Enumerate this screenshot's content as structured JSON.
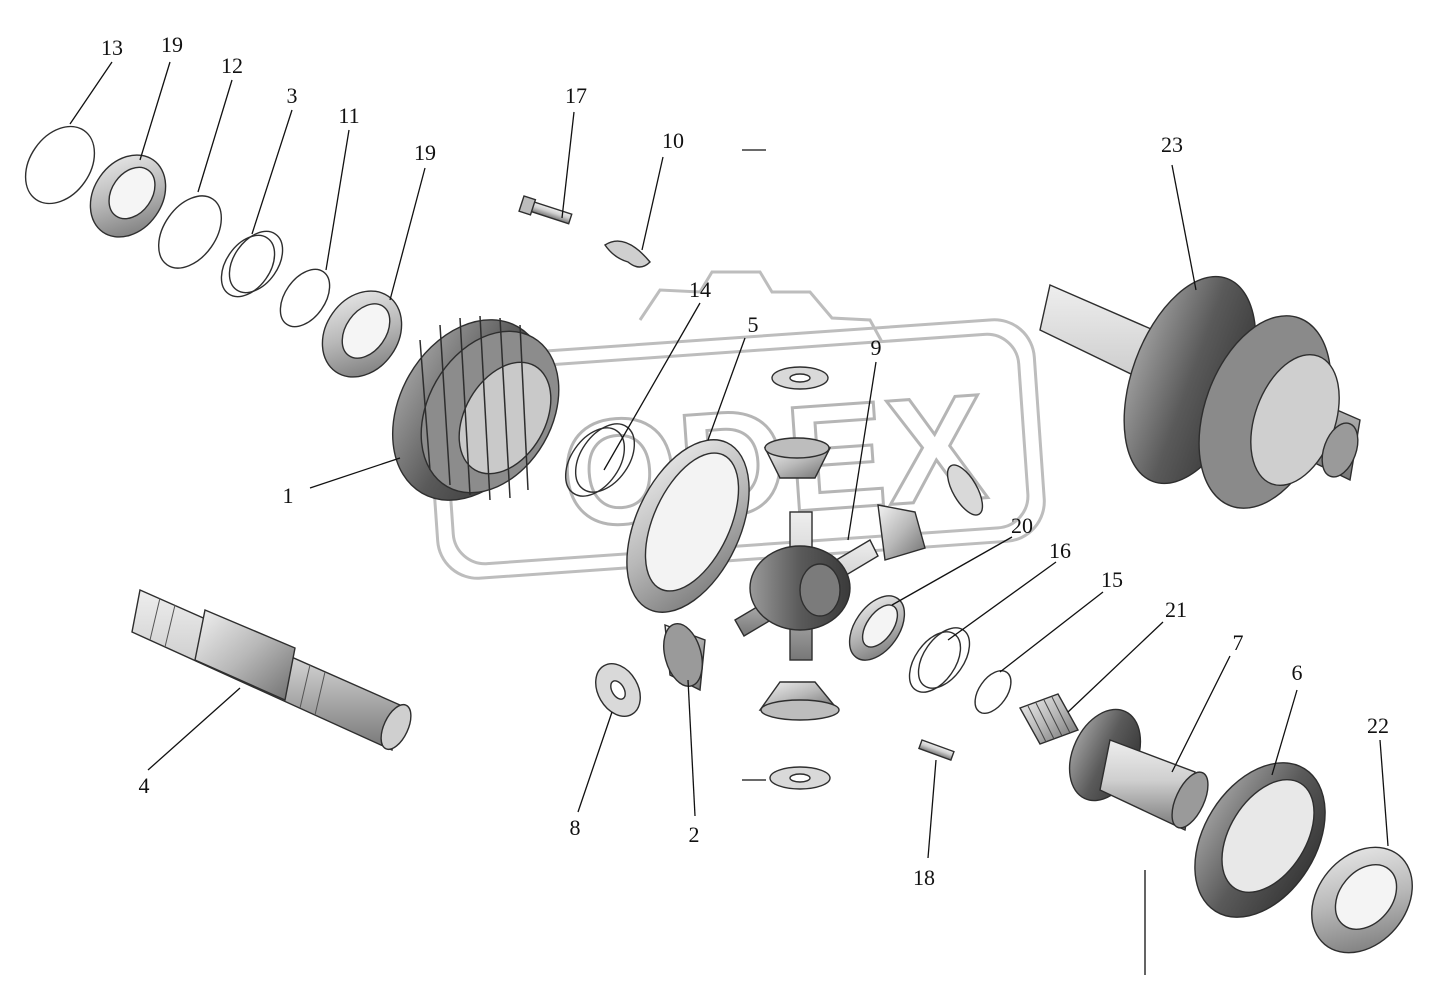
{
  "watermark": {
    "text": "ODEX"
  },
  "callouts": {
    "n1": "1",
    "n2": "2",
    "n3": "3",
    "n4": "4",
    "n5": "5",
    "n6": "6",
    "n7": "7",
    "n8": "8",
    "n9": "9",
    "n10": "10",
    "n11": "11",
    "n12": "12",
    "n13": "13",
    "n14": "14",
    "n15": "15",
    "n16": "16",
    "n17": "17",
    "n18": "18",
    "n19a": "19",
    "n19b": "19",
    "n20": "20",
    "n21": "21",
    "n22": "22",
    "n23": "23"
  }
}
